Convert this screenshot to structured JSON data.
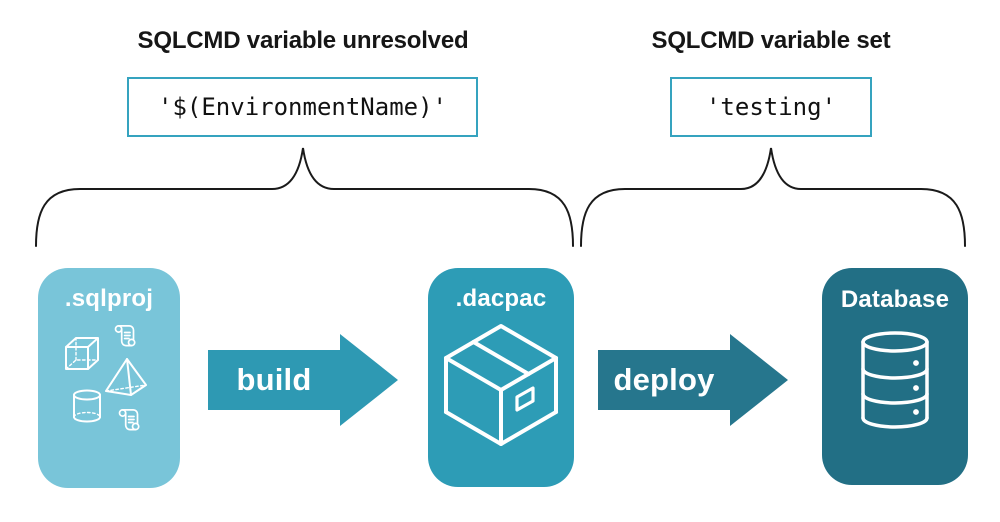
{
  "canvas": {
    "background": "#ffffff"
  },
  "colors": {
    "code_box_border": "#35A3BF",
    "text": "#161616",
    "brace_stroke": "#1a1a1a",
    "icon_stroke": "#ffffff",
    "sqlproj_card": "#79C5D9",
    "dacpac_card": "#2D9CB6",
    "database_card": "#226F85",
    "build_arrow": "#2E99B3",
    "deploy_arrow": "#26768D"
  },
  "annotations": {
    "unresolved": {
      "title": "SQLCMD variable unresolved",
      "code": "'$(EnvironmentName)'"
    },
    "set": {
      "title": "SQLCMD variable set",
      "code": "'testing'"
    }
  },
  "pipeline": {
    "stages": [
      {
        "id": "sqlproj",
        "label": ".sqlproj",
        "color": "#79C5D9",
        "icon": "sql-objects-icons"
      },
      {
        "id": "dacpac",
        "label": ".dacpac",
        "color": "#2D9CB6",
        "icon": "package-box-icon"
      },
      {
        "id": "database",
        "label": "Database",
        "color": "#226F85",
        "icon": "database-cylinder-icon"
      }
    ],
    "arrows": [
      {
        "id": "build",
        "label": "build",
        "color": "#2E99B3"
      },
      {
        "id": "deploy",
        "label": "deploy",
        "color": "#26768D"
      }
    ]
  }
}
